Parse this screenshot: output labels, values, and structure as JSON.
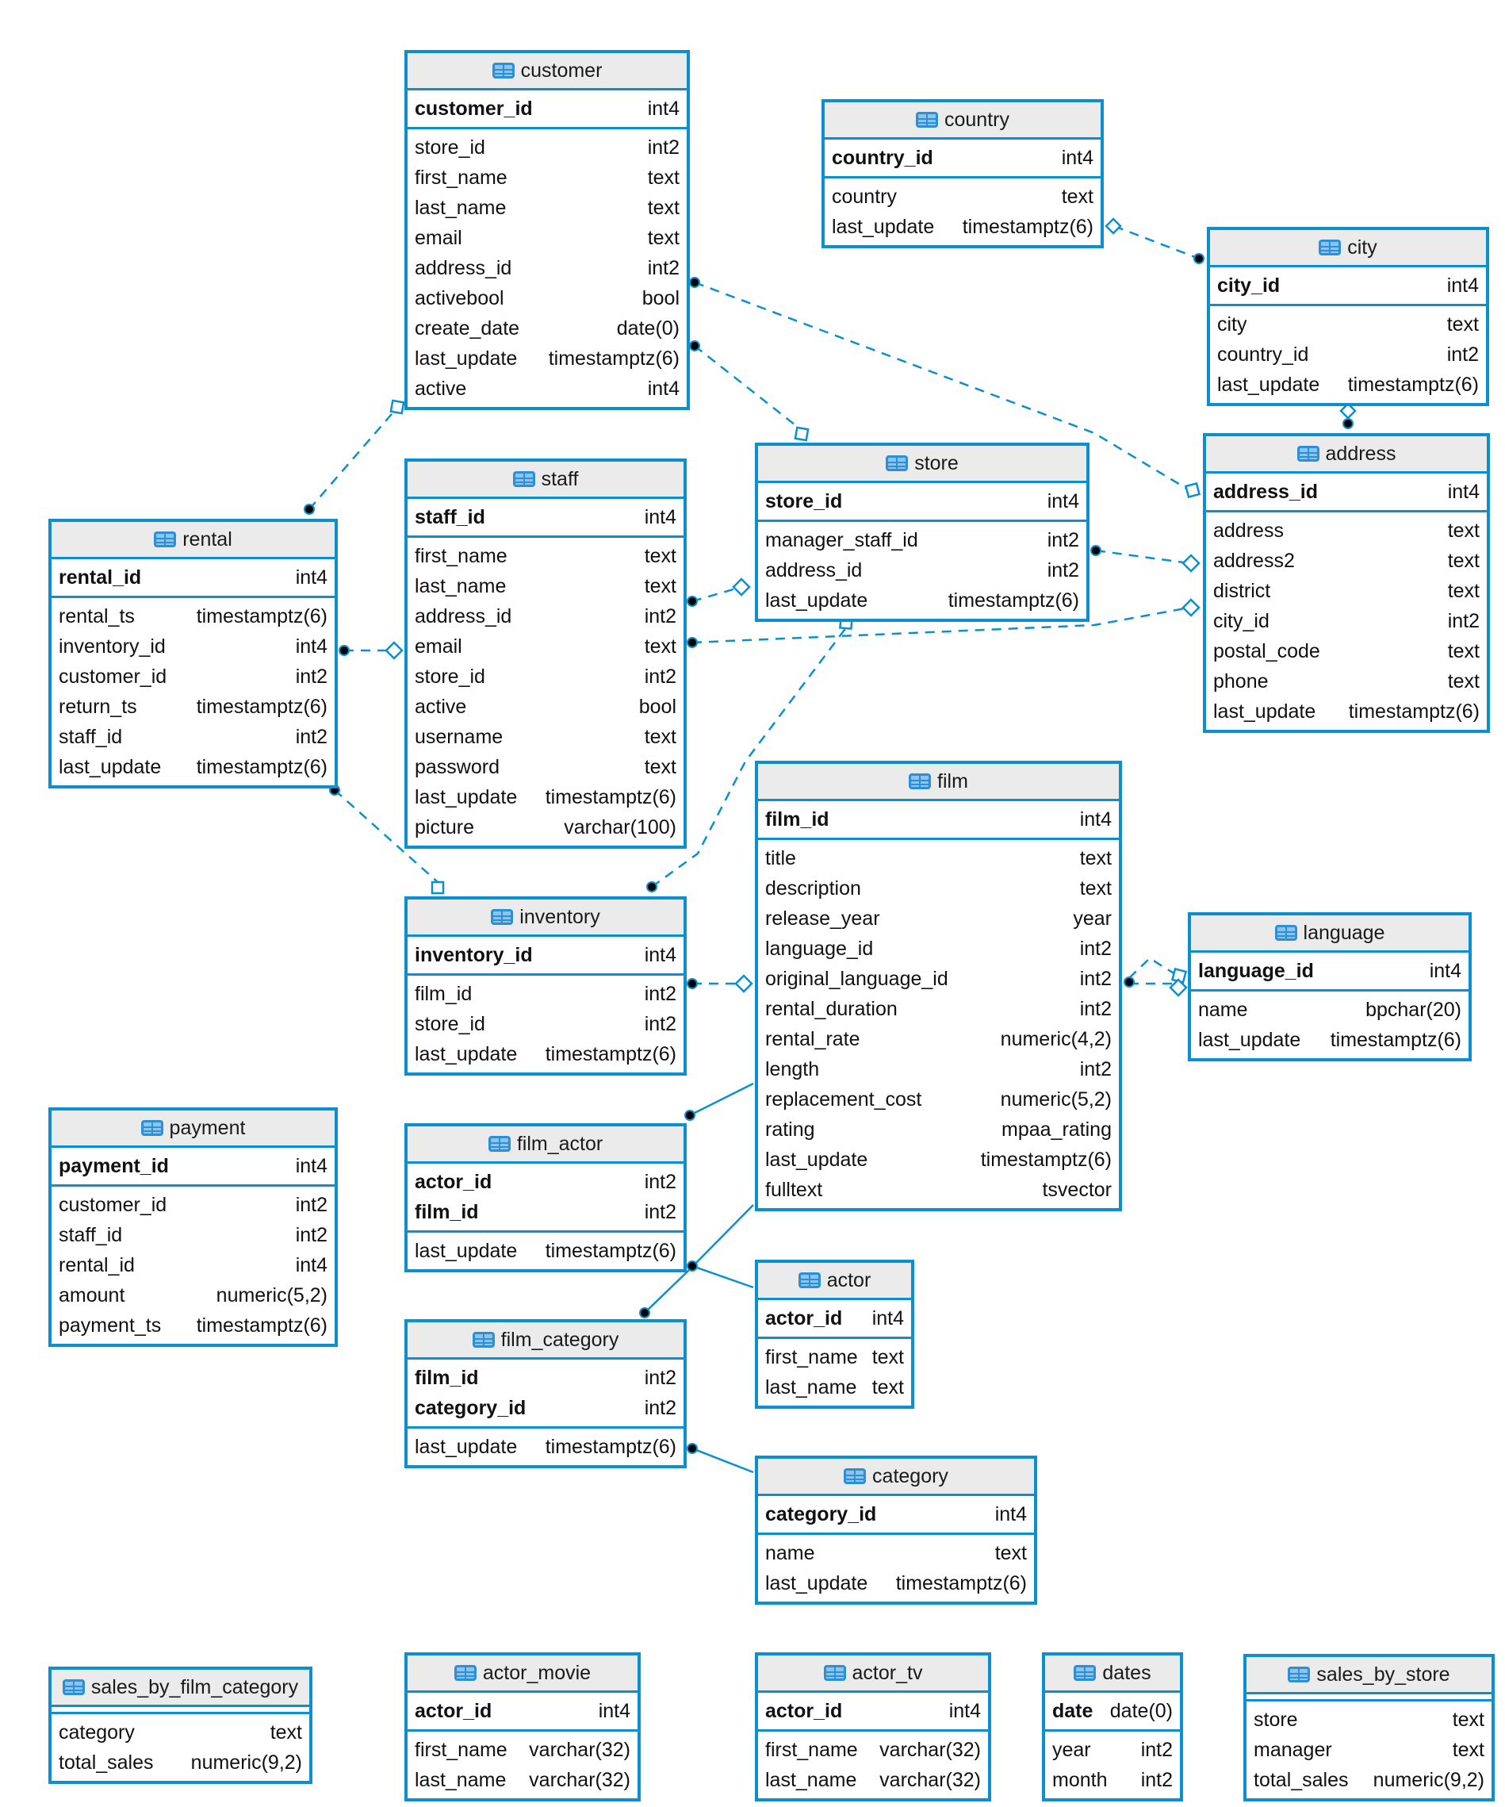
{
  "colors": {
    "border": "#0a8fd0",
    "header_bg": "#ebebeb",
    "line": "#0a8fd0",
    "icon": "#2d8fd6"
  },
  "tables": {
    "customer": {
      "name": "customer",
      "pk": [
        [
          "customer_id",
          "int4"
        ]
      ],
      "cols": [
        [
          "store_id",
          "int2"
        ],
        [
          "first_name",
          "text"
        ],
        [
          "last_name",
          "text"
        ],
        [
          "email",
          "text"
        ],
        [
          "address_id",
          "int2"
        ],
        [
          "activebool",
          "bool"
        ],
        [
          "create_date",
          "date(0)"
        ],
        [
          "last_update",
          "timestamptz(6)"
        ],
        [
          "active",
          "int4"
        ]
      ]
    },
    "country": {
      "name": "country",
      "pk": [
        [
          "country_id",
          "int4"
        ]
      ],
      "cols": [
        [
          "country",
          "text"
        ],
        [
          "last_update",
          "timestamptz(6)"
        ]
      ]
    },
    "city": {
      "name": "city",
      "pk": [
        [
          "city_id",
          "int4"
        ]
      ],
      "cols": [
        [
          "city",
          "text"
        ],
        [
          "country_id",
          "int2"
        ],
        [
          "last_update",
          "timestamptz(6)"
        ]
      ]
    },
    "address": {
      "name": "address",
      "pk": [
        [
          "address_id",
          "int4"
        ]
      ],
      "cols": [
        [
          "address",
          "text"
        ],
        [
          "address2",
          "text"
        ],
        [
          "district",
          "text"
        ],
        [
          "city_id",
          "int2"
        ],
        [
          "postal_code",
          "text"
        ],
        [
          "phone",
          "text"
        ],
        [
          "last_update",
          "timestamptz(6)"
        ]
      ]
    },
    "staff": {
      "name": "staff",
      "pk": [
        [
          "staff_id",
          "int4"
        ]
      ],
      "cols": [
        [
          "first_name",
          "text"
        ],
        [
          "last_name",
          "text"
        ],
        [
          "address_id",
          "int2"
        ],
        [
          "email",
          "text"
        ],
        [
          "store_id",
          "int2"
        ],
        [
          "active",
          "bool"
        ],
        [
          "username",
          "text"
        ],
        [
          "password",
          "text"
        ],
        [
          "last_update",
          "timestamptz(6)"
        ],
        [
          "picture",
          "varchar(100)"
        ]
      ]
    },
    "store": {
      "name": "store",
      "pk": [
        [
          "store_id",
          "int4"
        ]
      ],
      "cols": [
        [
          "manager_staff_id",
          "int2"
        ],
        [
          "address_id",
          "int2"
        ],
        [
          "last_update",
          "timestamptz(6)"
        ]
      ]
    },
    "rental": {
      "name": "rental",
      "pk": [
        [
          "rental_id",
          "int4"
        ]
      ],
      "cols": [
        [
          "rental_ts",
          "timestamptz(6)"
        ],
        [
          "inventory_id",
          "int4"
        ],
        [
          "customer_id",
          "int2"
        ],
        [
          "return_ts",
          "timestamptz(6)"
        ],
        [
          "staff_id",
          "int2"
        ],
        [
          "last_update",
          "timestamptz(6)"
        ]
      ]
    },
    "film": {
      "name": "film",
      "pk": [
        [
          "film_id",
          "int4"
        ]
      ],
      "cols": [
        [
          "title",
          "text"
        ],
        [
          "description",
          "text"
        ],
        [
          "release_year",
          "year"
        ],
        [
          "language_id",
          "int2"
        ],
        [
          "original_language_id",
          "int2"
        ],
        [
          "rental_duration",
          "int2"
        ],
        [
          "rental_rate",
          "numeric(4,2)"
        ],
        [
          "length",
          "int2"
        ],
        [
          "replacement_cost",
          "numeric(5,2)"
        ],
        [
          "rating",
          "mpaa_rating"
        ],
        [
          "last_update",
          "timestamptz(6)"
        ],
        [
          "fulltext",
          "tsvector"
        ]
      ]
    },
    "language": {
      "name": "language",
      "pk": [
        [
          "language_id",
          "int4"
        ]
      ],
      "cols": [
        [
          "name",
          "bpchar(20)"
        ],
        [
          "last_update",
          "timestamptz(6)"
        ]
      ]
    },
    "inventory": {
      "name": "inventory",
      "pk": [
        [
          "inventory_id",
          "int4"
        ]
      ],
      "cols": [
        [
          "film_id",
          "int2"
        ],
        [
          "store_id",
          "int2"
        ],
        [
          "last_update",
          "timestamptz(6)"
        ]
      ]
    },
    "payment": {
      "name": "payment",
      "pk": [
        [
          "payment_id",
          "int4"
        ]
      ],
      "cols": [
        [
          "customer_id",
          "int2"
        ],
        [
          "staff_id",
          "int2"
        ],
        [
          "rental_id",
          "int4"
        ],
        [
          "amount",
          "numeric(5,2)"
        ],
        [
          "payment_ts",
          "timestamptz(6)"
        ]
      ]
    },
    "film_actor": {
      "name": "film_actor",
      "pk": [
        [
          "actor_id",
          "int2"
        ],
        [
          "film_id",
          "int2"
        ]
      ],
      "cols": [
        [
          "last_update",
          "timestamptz(6)"
        ]
      ]
    },
    "actor": {
      "name": "actor",
      "pk": [
        [
          "actor_id",
          "int4"
        ]
      ],
      "cols": [
        [
          "first_name",
          "text"
        ],
        [
          "last_name",
          "text"
        ]
      ]
    },
    "film_category": {
      "name": "film_category",
      "pk": [
        [
          "film_id",
          "int2"
        ],
        [
          "category_id",
          "int2"
        ]
      ],
      "cols": [
        [
          "last_update",
          "timestamptz(6)"
        ]
      ]
    },
    "category": {
      "name": "category",
      "pk": [
        [
          "category_id",
          "int4"
        ]
      ],
      "cols": [
        [
          "name",
          "text"
        ],
        [
          "last_update",
          "timestamptz(6)"
        ]
      ]
    },
    "sales_by_film_category": {
      "name": "sales_by_film_category",
      "pk": [],
      "cols": [
        [
          "category",
          "text"
        ],
        [
          "total_sales",
          "numeric(9,2)"
        ]
      ]
    },
    "actor_movie": {
      "name": "actor_movie",
      "pk": [
        [
          "actor_id",
          "int4"
        ]
      ],
      "cols": [
        [
          "first_name",
          "varchar(32)"
        ],
        [
          "last_name",
          "varchar(32)"
        ]
      ]
    },
    "actor_tv": {
      "name": "actor_tv",
      "pk": [
        [
          "actor_id",
          "int4"
        ]
      ],
      "cols": [
        [
          "first_name",
          "varchar(32)"
        ],
        [
          "last_name",
          "varchar(32)"
        ]
      ]
    },
    "dates": {
      "name": "dates",
      "pk": [
        [
          "date",
          "date(0)"
        ]
      ],
      "cols": [
        [
          "year",
          "int2"
        ],
        [
          "month",
          "int2"
        ]
      ]
    },
    "sales_by_store": {
      "name": "sales_by_store",
      "pk": [],
      "cols": [
        [
          "store",
          "text"
        ],
        [
          "manager",
          "text"
        ],
        [
          "total_sales",
          "numeric(9,2)"
        ]
      ]
    }
  }
}
